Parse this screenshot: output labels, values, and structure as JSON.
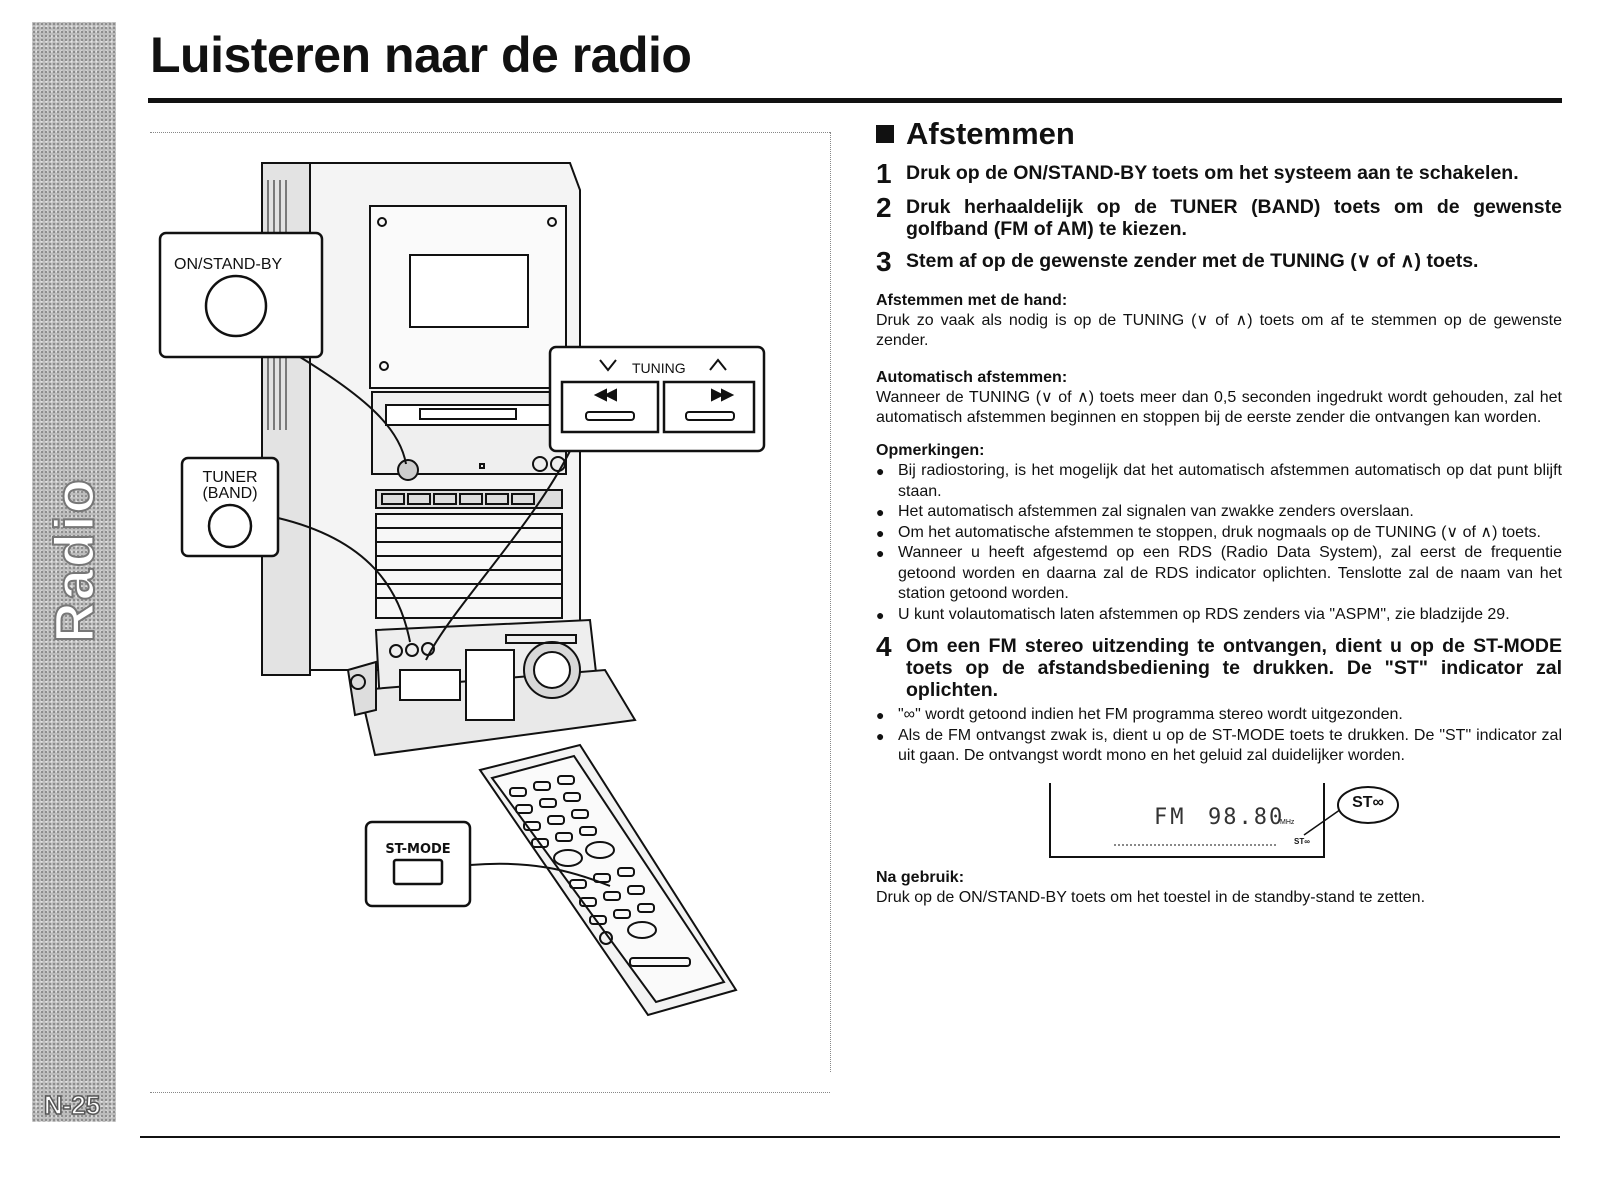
{
  "side": {
    "label": "Radio",
    "page": "N-25"
  },
  "title": "Luisteren naar de radio",
  "illustration": {
    "on_standby_label": "ON/STAND-BY",
    "tuning_label": "TUNING",
    "tuner_band_line1": "TUNER",
    "tuner_band_line2": "(BAND)",
    "st_mode_label": "ST-MODE"
  },
  "section": {
    "title": "Afstemmen",
    "steps": [
      {
        "num": "1",
        "text": "Druk op de ON/STAND-BY toets om het systeem aan te schakelen."
      },
      {
        "num": "2",
        "text": "Druk herhaaldelijk op de TUNER (BAND) toets om de gewenste golfband (FM of AM) te kiezen."
      },
      {
        "num": "3",
        "text": "Stem af op de gewenste zender met de TUNING (∨ of ∧) toets."
      }
    ],
    "manual": {
      "heading": "Afstemmen met de hand:",
      "text": "Druk zo vaak als nodig is op de TUNING (∨ of ∧) toets om af te stemmen op de gewenste zender."
    },
    "auto": {
      "heading": "Automatisch afstemmen:",
      "text": "Wanneer de TUNING (∨ of ∧) toets meer dan 0,5 seconden ingedrukt wordt gehouden, zal het automatisch afstemmen beginnen en stoppen bij de eerste zender die ontvangen kan worden."
    },
    "notes": {
      "heading": "Opmerkingen:",
      "items": [
        "Bij radiostoring, is het mogelijk dat het automatisch afstemmen automatisch op dat punt blijft staan.",
        "Het automatisch afstemmen zal signalen van zwakke zenders overslaan.",
        "Om het automatische afstemmen te stoppen, druk nogmaals op de TUNING (∨ of ∧) toets.",
        "Wanneer u heeft afgestemd op een RDS (Radio Data System), zal eerst de frequentie getoond worden en daarna zal de RDS indicator oplichten. Tenslotte zal de naam van het station getoond worden.",
        "U kunt volautomatisch laten afstemmen op RDS zenders via \"ASPM\", zie bladzijde 29."
      ]
    },
    "step4": {
      "num": "4",
      "text": "Om een FM stereo uitzending te ontvangen, dient u op de ST-MODE toets op de afstandsbediening te drukken. De \"ST\" indicator zal oplichten.",
      "items": [
        "\"∞\" wordt getoond indien het FM programma stereo wordt uitgezonden.",
        "Als de FM ontvangst zwak is, dient u op de ST-MODE toets te drukken. De \"ST\" indicator zal uit gaan. De ontvangst wordt mono en het geluid zal duidelijker worden."
      ]
    },
    "display": {
      "band": "FM",
      "freq": "98.80",
      "unit": "MHz",
      "small_ind": "ST∞",
      "callout": "ST∞"
    },
    "after": {
      "heading": "Na gebruik:",
      "text": "Druk op de ON/STAND-BY toets om het toestel in de standby-stand te zetten."
    }
  }
}
